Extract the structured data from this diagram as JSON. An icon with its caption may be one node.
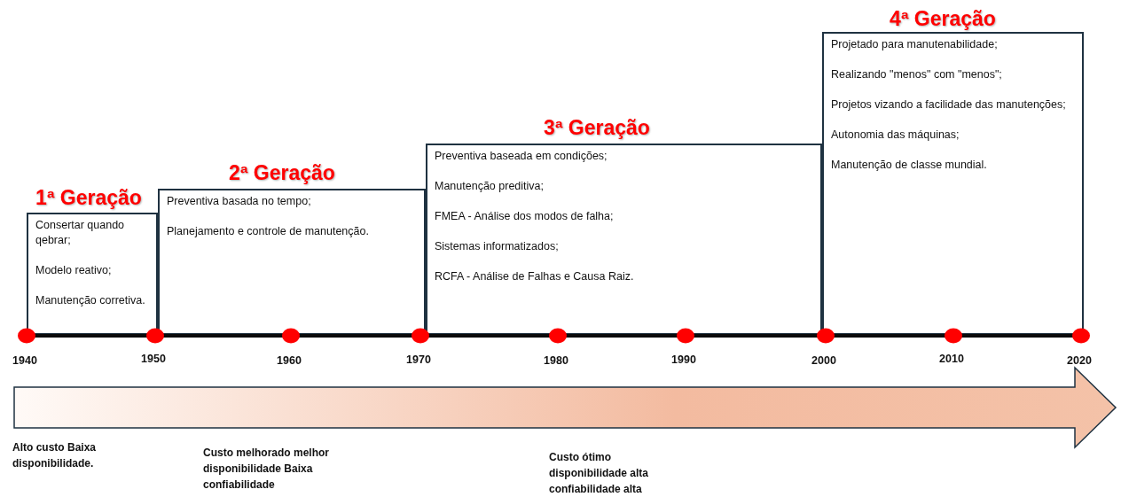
{
  "diagram": {
    "nodes": [
      {
        "text": [
          "1ª Geração",
          "Consertar quando qebrar;",
          "Modelo reativo;",
          "Manutenção corretiva."
        ]
      },
      {
        "text": [
          "2ª Geração",
          "Preventiva basada no tempo;",
          "Planejamento e controle de manutenção."
        ]
      },
      {
        "text": [
          "3ª Geração",
          "Preventiva baseada em condições;",
          "Manutenção preditiva;",
          "FMEA - Análise dos modos de falha;",
          "Sistemas informatizados;",
          "RCFA - Análise de Falhas e Causa Raiz."
        ]
      },
      {
        "text": [
          "4ª Geração",
          "Projetado para manutenabilidade;",
          "Realizando \"menos\" com \"menos\";",
          "Projetos vizando a facilidade das manutenções;",
          "Autonomia das máquinas;",
          "Manutenção de classe mundial."
        ]
      }
    ],
    "labels": [
      "1940",
      "1950",
      "1960",
      "1970",
      "1980",
      "1990",
      "2000",
      "2010",
      "2020",
      "Alto custo Baixa disponibilidade.",
      "Custo melhorado melhor disponibilidade Baixa confiabilidade",
      "Custo ótimo disponibilidade alta confiabilidade alta"
    ]
  }
}
